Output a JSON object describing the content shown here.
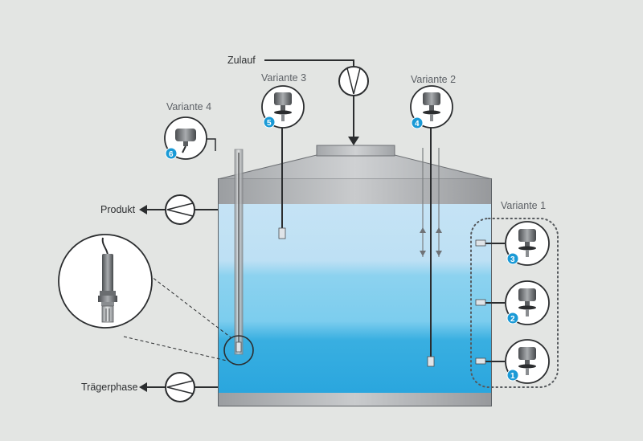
{
  "labels": {
    "zulauf": "Zulauf",
    "produkt": "Produkt",
    "traegerphase": "Trägerphase",
    "variante1": "Variante 1",
    "variante2": "Variante 2",
    "variante3": "Variante 3",
    "variante4": "Variante 4"
  },
  "badges": {
    "b1": "1",
    "b2": "2",
    "b3": "3",
    "b4": "4",
    "b5": "5",
    "b6": "6"
  },
  "colors": {
    "background": "#e3e5e3",
    "tank_grey": "#a8abae",
    "liquid_light": "#c3e1f4",
    "liquid_mid": "#7ccdee",
    "liquid_dark": "#2ba8df",
    "badge": "#1a9ad6"
  }
}
